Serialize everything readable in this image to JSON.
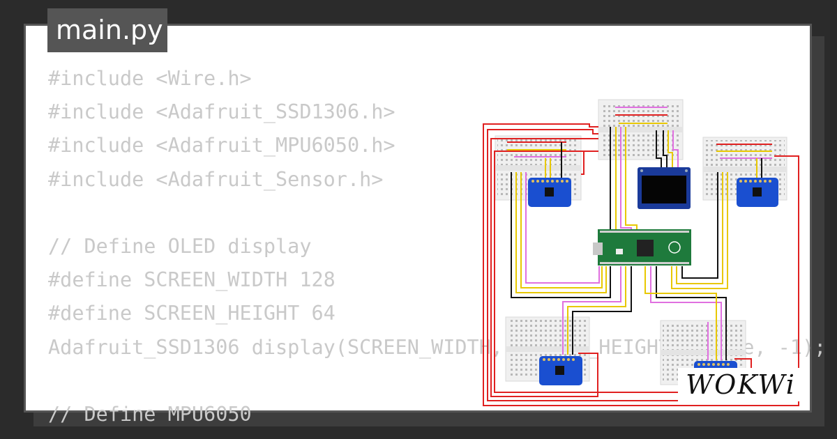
{
  "editor": {
    "file_tab": "main.py",
    "code_lines": [
      "#include <Wire.h>",
      "#include <Adafruit_SSD1306.h>",
      "#include <Adafruit_MPU6050.h>",
      "#include <Adafruit_Sensor.h>",
      "",
      "// Define OLED display",
      "#define SCREEN_WIDTH 128",
      "#define SCREEN_HEIGHT 64",
      "Adafruit_SSD1306 display(SCREEN_WIDTH, SCREEN_HEIGHT, &Wire, -1);",
      "",
      "// Define MPU6050"
    ]
  },
  "brand": {
    "logo_text": "WOKWi"
  },
  "diagram": {
    "components": [
      "breadboard",
      "breadboard",
      "breadboard",
      "breadboard",
      "breadboard",
      "oled-display",
      "raspberry-pi-pico",
      "mpu6050",
      "mpu6050",
      "mpu6050",
      "mpu6050"
    ]
  },
  "colors": {
    "wire_red": "#e02020",
    "wire_yellow": "#e8c800",
    "wire_pink": "#e070e0",
    "wire_black": "#111111",
    "pico_green": "#1e7a3c",
    "mpu_blue": "#1a4fd0",
    "oled_blue": "#1a3a9a",
    "code_text": "#c9c9c9",
    "tab_bg": "#555555"
  }
}
